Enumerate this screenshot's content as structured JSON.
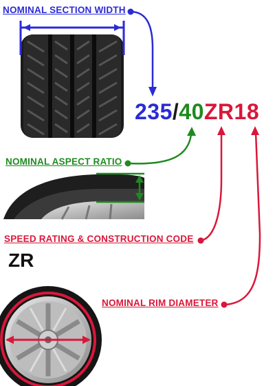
{
  "labels": {
    "section_width": "NOMINAL SECTION WIDTH",
    "aspect_ratio": "NOMINAL ASPECT RATIO",
    "speed_rating": "SPEED RATING & CONSTRUCTION CODE",
    "rim_diameter": "NOMINAL RIM DIAMETER"
  },
  "tire_code": {
    "width": "235",
    "separator": "/",
    "aspect": "40",
    "construction": "ZR",
    "rim": "18"
  },
  "construction_example": "ZR",
  "colors": {
    "blue": "#2b2bd6",
    "green": "#1f8a1f",
    "red": "#d9173a",
    "dark": "#111111"
  }
}
